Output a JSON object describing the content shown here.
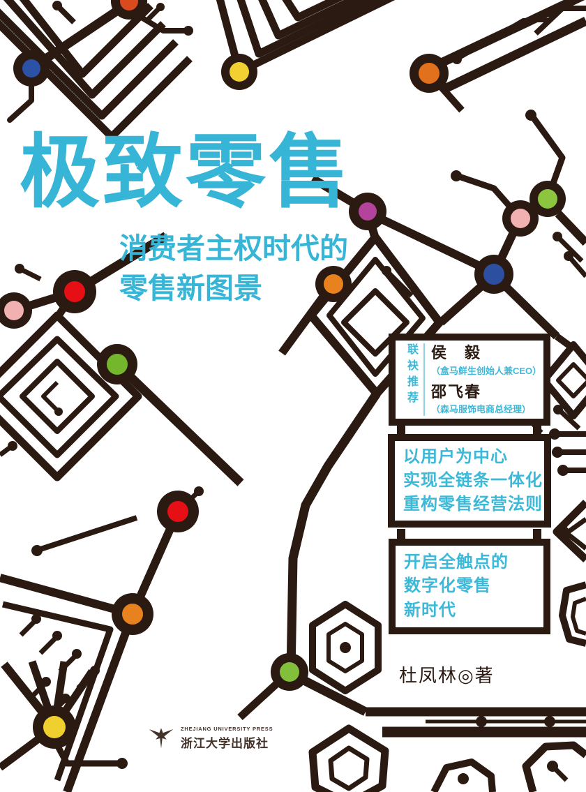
{
  "cover": {
    "title": "极致零售",
    "subtitle_line1": "消费者主权时代的",
    "subtitle_line2": "零售新图景",
    "recommendation": {
      "label": "联袂推荐",
      "people": [
        {
          "name": "侯　毅",
          "title": "（盒马鲜生创始人兼CEO）"
        },
        {
          "name": "邵飞春",
          "title": "（森马服饰电商总经理）"
        }
      ]
    },
    "selling_points": [
      {
        "lines": [
          "以用户为中心",
          "实现全链条一体化",
          "重构零售经营法则"
        ]
      },
      {
        "lines": [
          "开启全触点的",
          "数字化零售",
          "新时代"
        ]
      }
    ],
    "author": "杜凤林◎著",
    "publisher": {
      "name_en": "ZHEJIANG UNIVERSITY PRESS",
      "name_cn": "浙江大学出版社"
    },
    "colors": {
      "accent_cyan": "#36b5d6",
      "ink": "#2b1a12",
      "pads": [
        "#2c52a8",
        "#d94b1f",
        "#f2d031",
        "#e2711d",
        "#b4439c",
        "#f2b1b1",
        "#8cc63e",
        "#2c4fa0",
        "#e8821e",
        "#e60f15",
        "#f2b1b1",
        "#74b62c",
        "#e60f15",
        "#e8821e",
        "#f0d02e",
        "#82bf3a"
      ]
    }
  }
}
